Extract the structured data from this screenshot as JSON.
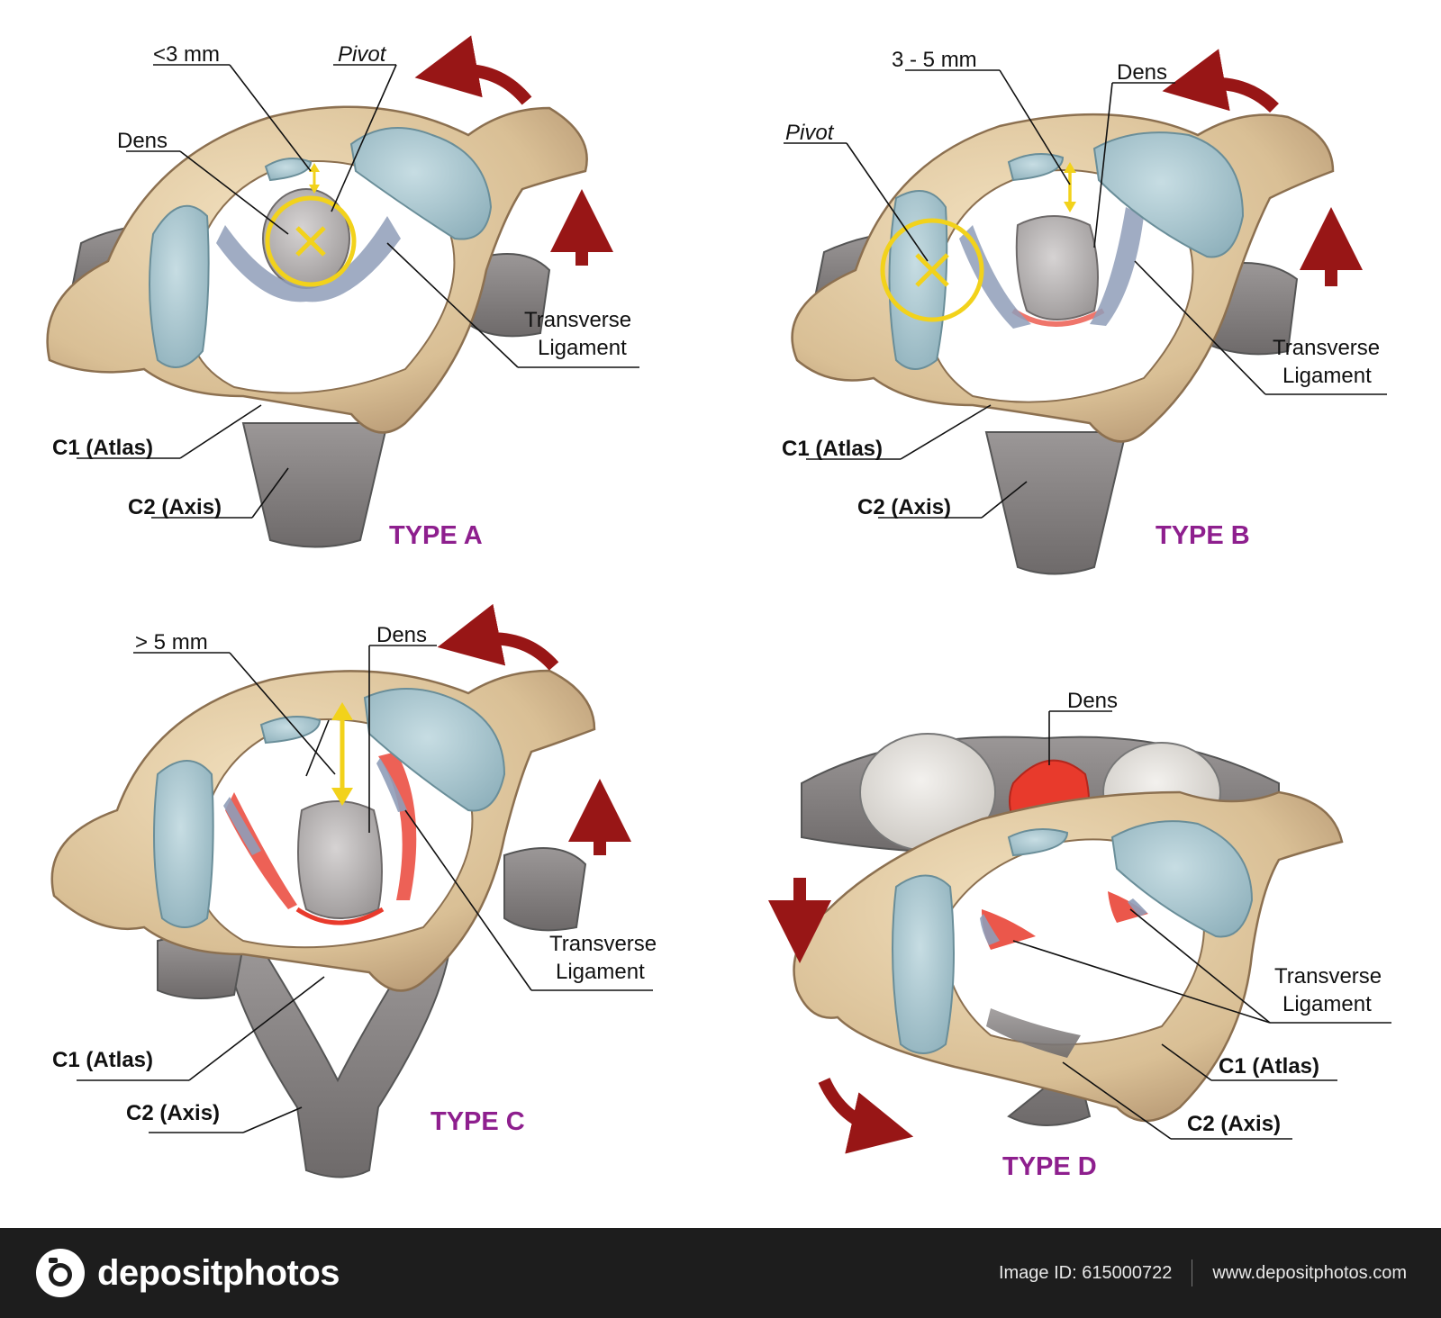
{
  "colors": {
    "bone": "#dcc39b",
    "bone_edge": "#8c7050",
    "axis_bone": "#8a8686",
    "facet": "#a9c6cf",
    "ligament": "#8f9db8",
    "pivot": "#f2d21b",
    "motion_arrow": "#981616",
    "injury": "#e83a2c",
    "type_label": "#8e1f8e",
    "footer_bg": "#1d1d1d"
  },
  "panels": {
    "a": {
      "type_label": "TYPE A",
      "gap_label": "<3 mm",
      "pivot_label": "Pivot",
      "dens_label": "Dens",
      "ligament_line1": "Transverse",
      "ligament_line2": "Ligament",
      "c1_label": "C1 (Atlas)",
      "c2_label": "C2 (Axis)"
    },
    "b": {
      "type_label": "TYPE B",
      "gap_label": "3 - 5 mm",
      "pivot_label": "Pivot",
      "dens_label": "Dens",
      "ligament_line1": "Transverse",
      "ligament_line2": "Ligament",
      "c1_label": "C1 (Atlas)",
      "c2_label": "C2 (Axis)"
    },
    "c": {
      "type_label": "TYPE C",
      "gap_label": "> 5 mm",
      "dens_label": "Dens",
      "ligament_line1": "Transverse",
      "ligament_line2": "Ligament",
      "c1_label": "C1 (Atlas)",
      "c2_label": "C2 (Axis)"
    },
    "d": {
      "type_label": "TYPE D",
      "dens_label": "Dens",
      "ligament_line1": "Transverse",
      "ligament_line2": "Ligament",
      "c1_label": "C1 (Atlas)",
      "c2_label": "C2 (Axis)"
    }
  },
  "footer": {
    "brand": "depositphotos",
    "image_id": "Image ID: 615000722",
    "website": "www.depositphotos.com"
  }
}
